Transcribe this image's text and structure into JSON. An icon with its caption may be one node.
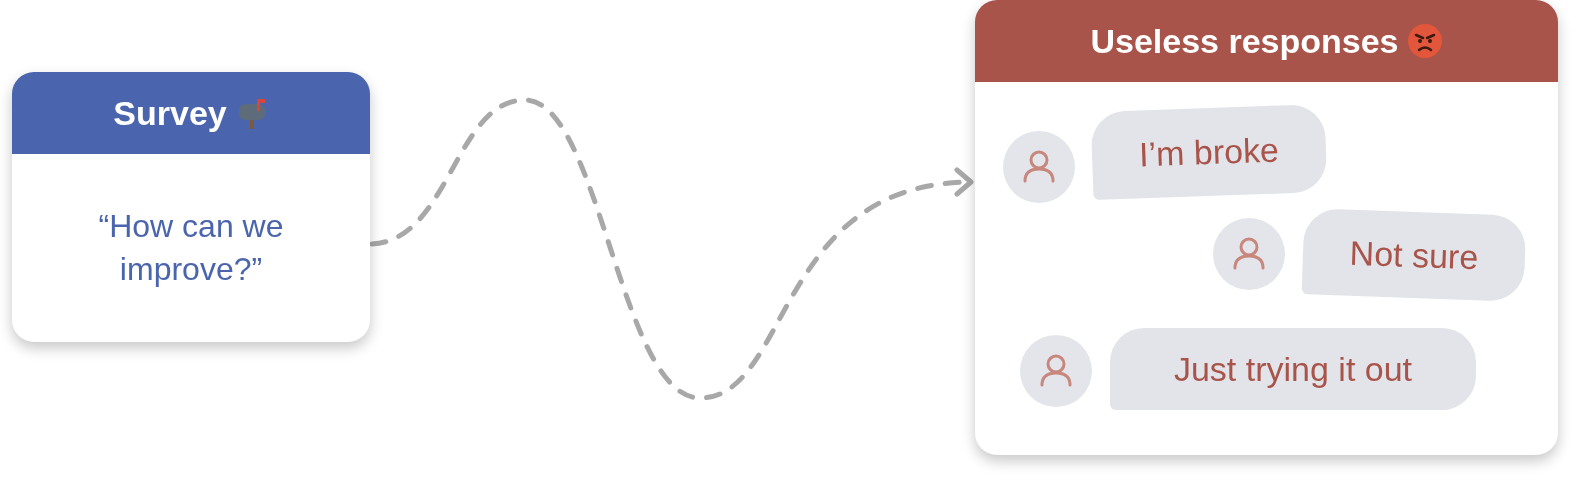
{
  "diagram": {
    "nodes": [
      {
        "text": [
          "Survey",
          "“How can we improve?”"
        ]
      },
      {
        "text": [
          "Useless responses"
        ]
      },
      {
        "text": [
          "I’m broke"
        ],
        "in": 1
      },
      {
        "text": [
          "Not sure"
        ],
        "in": 1
      },
      {
        "text": [
          "Just trying it out"
        ],
        "in": 1
      }
    ],
    "edges": [
      {
        "from": 0,
        "to": 1,
        "arrow": "to",
        "style": "dashed"
      }
    ]
  }
}
